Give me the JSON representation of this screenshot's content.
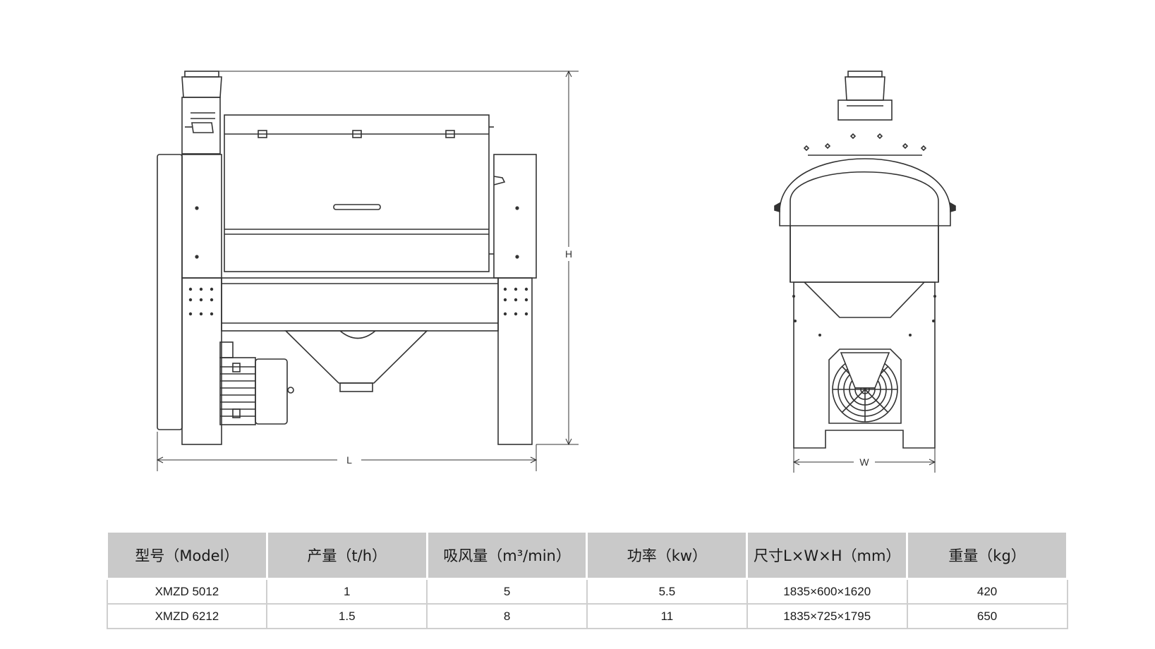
{
  "diagram": {
    "dimension_labels": {
      "length": "L",
      "height": "H",
      "width": "W"
    }
  },
  "spec_table": {
    "headers": [
      "型号（Model）",
      "产量（t/h）",
      "吸风量（m³/min）",
      "功率（kw）",
      "尺寸L×W×H（mm）",
      "重量（kg）"
    ],
    "rows": [
      [
        "XMZD 5012",
        "1",
        "5",
        "5.5",
        "1835×600×1620",
        "420"
      ],
      [
        "XMZD 6212",
        "1.5",
        "8",
        "11",
        "1835×725×1795",
        "650"
      ]
    ]
  },
  "colors": {
    "line": "#333333",
    "header_bg": "#c9c9c9",
    "grid": "#cfcfcf"
  }
}
